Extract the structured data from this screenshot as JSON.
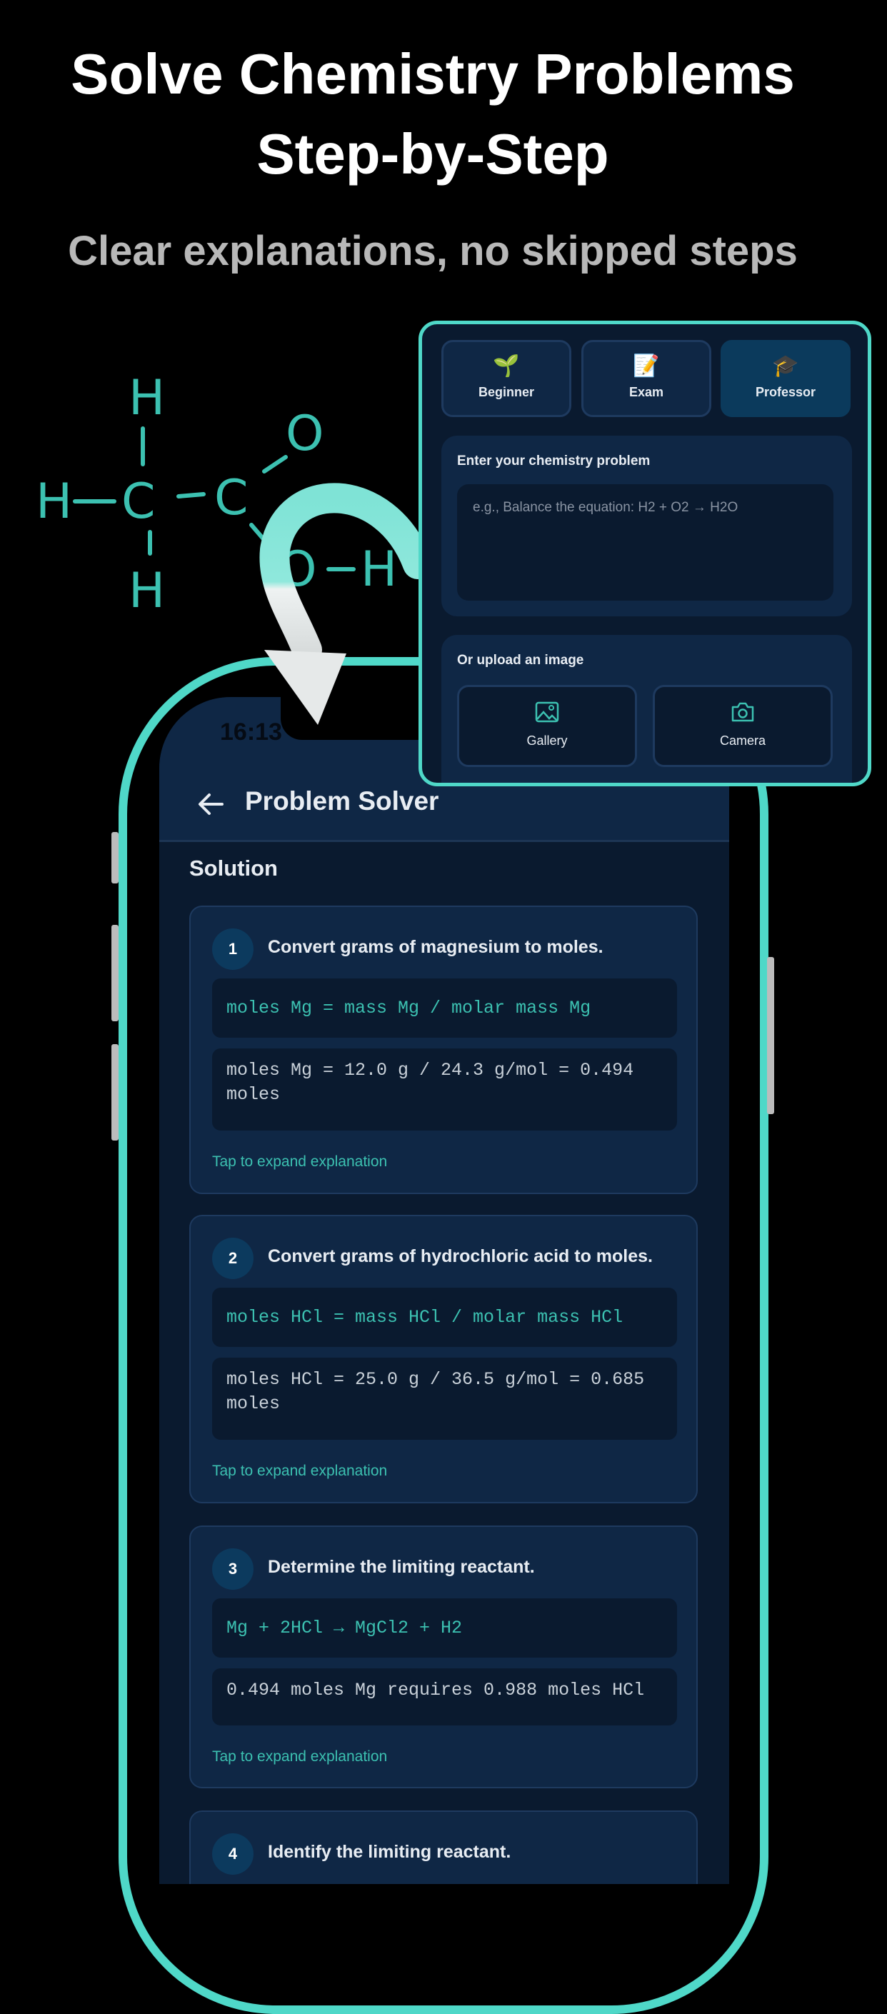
{
  "headline": "Solve Chemistry Problems Step-by-Step",
  "subheadline": "Clear explanations, no skipped steps",
  "molecule": {
    "atoms": [
      "H",
      "H",
      "C",
      "C",
      "O",
      "O",
      "H",
      "H"
    ]
  },
  "colors": {
    "accent": "#4fd8c8",
    "teal_text": "#3cc1b1",
    "card_bg": "#0f2745",
    "screen_bg": "#0a1a2f"
  },
  "status_bar": {
    "time": "16:13"
  },
  "header": {
    "title": "Problem Solver",
    "back_icon": "arrow-left-icon"
  },
  "solution": {
    "title": "Solution",
    "steps": [
      {
        "number": "1",
        "title": "Convert grams of magnesium to moles.",
        "formula": "moles Mg = mass Mg / molar mass Mg",
        "result": "moles Mg = 12.0 g / 24.3 g/mol = 0.494 moles",
        "expand": "Tap to expand explanation"
      },
      {
        "number": "2",
        "title": "Convert grams of hydrochloric acid to moles.",
        "formula": "moles HCl = mass HCl / molar mass HCl",
        "result": "moles HCl = 25.0 g / 36.5 g/mol = 0.685 moles",
        "expand": "Tap to expand explanation"
      },
      {
        "number": "3",
        "title": "Determine the limiting reactant.",
        "formula": "Mg + 2HCl → MgCl2 + H2",
        "result": "0.494 moles Mg requires 0.988 moles HCl",
        "expand": "Tap to expand explanation"
      },
      {
        "number": "4",
        "title": "Identify the limiting reactant."
      }
    ]
  },
  "overlay": {
    "modes": [
      {
        "label": "Beginner",
        "icon": "🌱",
        "selected": false
      },
      {
        "label": "Exam",
        "icon": "📝",
        "selected": false
      },
      {
        "label": "Professor",
        "icon": "🎓",
        "selected": true
      }
    ],
    "problem_label": "Enter your chemistry problem",
    "problem_placeholder": "e.g., Balance the equation: H2 + O2 → H2O",
    "problem_value": "",
    "upload_label": "Or upload an image",
    "upload_buttons": [
      {
        "label": "Gallery",
        "icon": "image-icon"
      },
      {
        "label": "Camera",
        "icon": "camera-icon"
      }
    ]
  }
}
